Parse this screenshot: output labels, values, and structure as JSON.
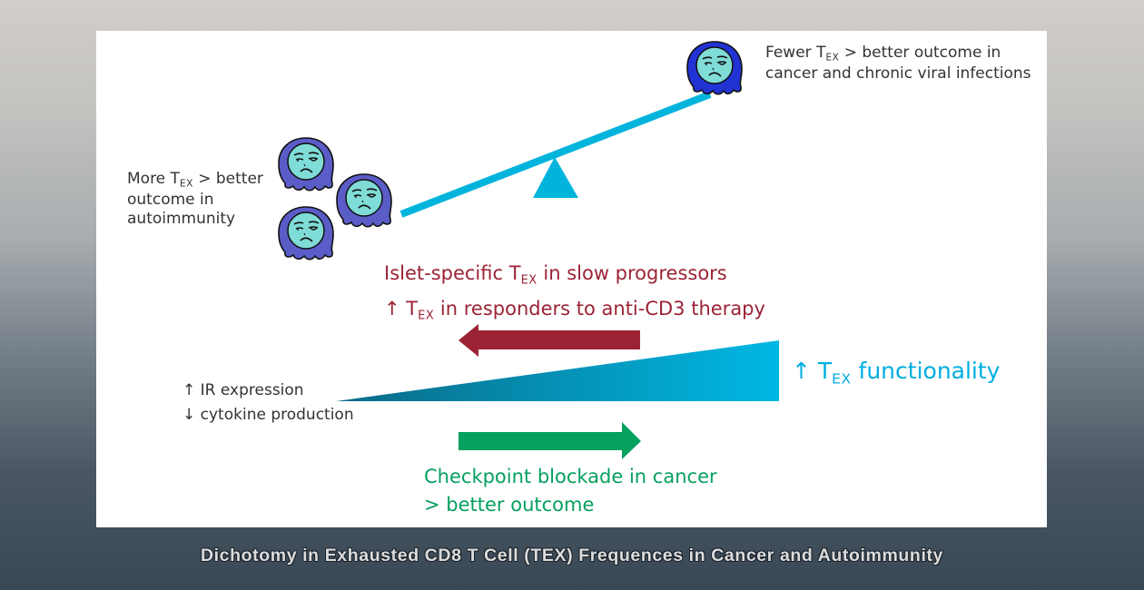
{
  "figure": {
    "caption": "Dichotomy in Exhausted CD8 T Cell (TEX) Frequences in Cancer and Autoimmunity",
    "colors": {
      "seesaw": "#00b4dc",
      "autoimmunity_arrow": "#9b2335",
      "cancer_arrow": "#06a05f",
      "wedge_start": "#0a6a86",
      "wedge_end": "#00b8e4",
      "functionality_text": "#00aee0",
      "cell_body_left": "#5a5cc8",
      "cell_body_right": "#2233d4",
      "cell_face": "#7fdcd6"
    },
    "left_label": {
      "line1_prefix": "More T",
      "line1_sub": "EX",
      "line1_suffix": " > better",
      "line2": "outcome in",
      "line3": "autoimmunity"
    },
    "right_label": {
      "line1_prefix": "Fewer T",
      "line1_sub": "EX",
      "line1_suffix": " > better outcome in",
      "line2": "cancer and chronic viral infections"
    },
    "autoimmunity_note": {
      "line1_prefix": "Islet-specific T",
      "line1_sub": "EX",
      "line1_suffix": " in slow progressors",
      "line2_prefix": "↑ T",
      "line2_sub": "EX",
      "line2_suffix": " in responders to anti-CD3 therapy"
    },
    "exhaustion_label": {
      "line1": "↑ IR expression",
      "line2": "↓ cytokine production"
    },
    "functionality_label": {
      "prefix": "↑ T",
      "sub": "EX",
      "suffix": " functionality"
    },
    "cancer_note": {
      "line1": "Checkpoint blockade in cancer",
      "line2": "> better outcome"
    },
    "cells": {
      "left_count": 3,
      "right_count": 1,
      "expression": "worried-face"
    }
  }
}
